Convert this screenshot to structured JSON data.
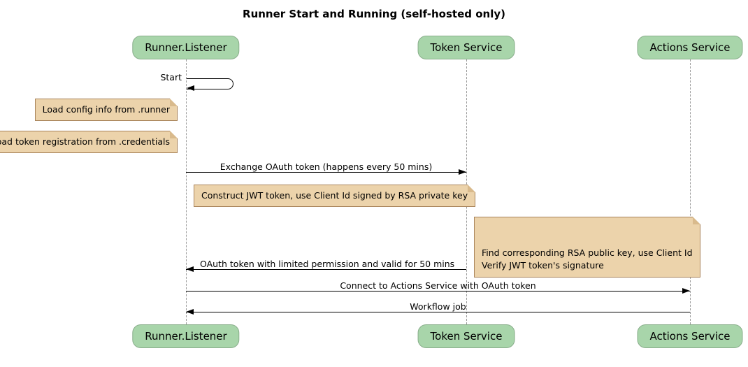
{
  "diagram": {
    "title": "Runner Start and Running (self-hosted only)",
    "type": "sequence-diagram"
  },
  "actors": [
    {
      "label": "Runner.Listener"
    },
    {
      "label": "Token Service"
    },
    {
      "label": "Actions Service"
    }
  ],
  "messages": {
    "start": "Start",
    "exchange": "Exchange OAuth token (happens every 50 mins)",
    "oauth_return": "OAuth token with limited permission and valid for 50 mins",
    "connect": "Connect to Actions Service with OAuth token",
    "workflow": "Workflow job"
  },
  "notes": {
    "load_config": "Load config info from .runner",
    "load_token": "Load token registration from .credentials",
    "construct_jwt": "Construct JWT token, use Client Id signed by RSA private key",
    "verify_jwt": "Find corresponding RSA public key, use Client Id\nVerify JWT token's signature"
  },
  "colors": {
    "actor_fill": "#a8d5aa",
    "actor_border": "#89ae8b",
    "note_fill": "#ecd3ab",
    "note_border": "#a8835a",
    "lifeline": "#9a9a9a",
    "message_line": "#000000",
    "background": "#ffffff"
  }
}
